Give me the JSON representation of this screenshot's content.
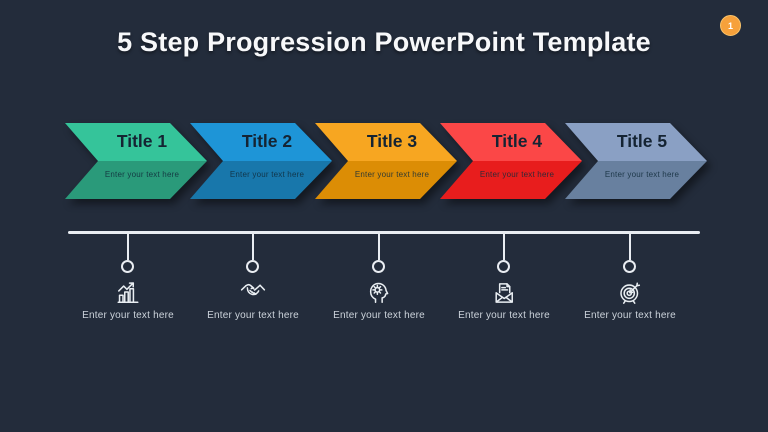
{
  "theme": {
    "background": "#232c3b",
    "timeline_color": "#e9edf2",
    "header_color": "#f7f8fa"
  },
  "header": {
    "title": "5 Step Progression PowerPoint Template"
  },
  "page_badge": {
    "number": "1",
    "color": "#f6a13b"
  },
  "arrow_placeholder": "Enter your text here",
  "steps": [
    {
      "title": "Title 1",
      "subtitle": "Enter your text here",
      "label": "Enter your text here",
      "color_light": "#35c49a",
      "color_dark": "#2a9a7a",
      "icon": "growth-chart-icon"
    },
    {
      "title": "Title 2",
      "subtitle": "Enter your text here",
      "label": "Enter your text here",
      "color_light": "#1e95d7",
      "color_dark": "#1877ab",
      "icon": "handshake-icon"
    },
    {
      "title": "Title 3",
      "subtitle": "Enter your text here",
      "label": "Enter your text here",
      "color_light": "#f7a621",
      "color_dark": "#dc8d05",
      "icon": "head-gear-icon"
    },
    {
      "title": "Title 4",
      "subtitle": "Enter your text here",
      "label": "Enter your text here",
      "color_light": "#fb4747",
      "color_dark": "#e81d1d",
      "icon": "mail-document-icon"
    },
    {
      "title": "Title 5",
      "subtitle": "Enter your text here",
      "label": "Enter your text here",
      "color_light": "#8aa0c4",
      "color_dark": "#68809f",
      "icon": "target-dart-icon"
    }
  ]
}
